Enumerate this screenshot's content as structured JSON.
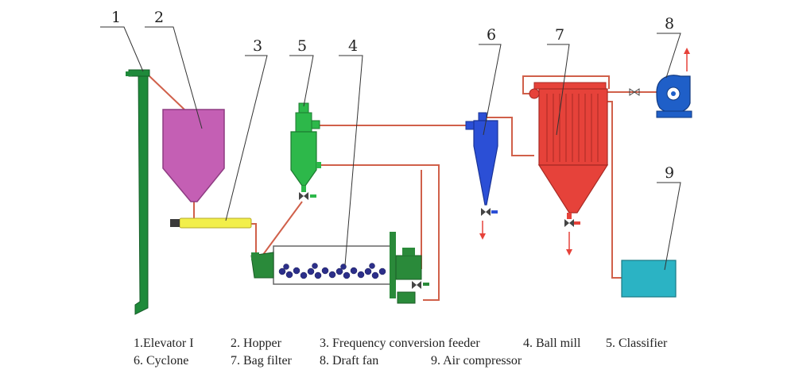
{
  "callouts": [
    "1",
    "2",
    "3",
    "4",
    "5",
    "6",
    "7",
    "8",
    "9"
  ],
  "legend": {
    "row1": [
      "1.Elevator I",
      "2. Hopper",
      "3. Frequency conversion feeder",
      "4. Ball mill",
      "5. Classifier"
    ],
    "row2": [
      "6. Cyclone",
      "7. Bag filter",
      "8. Draft fan",
      "9. Air compressor"
    ]
  },
  "colors": {
    "elevator": "#1e8a3a",
    "hopper": "#c45fb4",
    "feeder": "#f2ef4a",
    "classifier": "#2db84a",
    "ball_mill": "#2a8a3a",
    "cyclone": "#2b4fd6",
    "bag_filter": "#e6423a",
    "draft_fan": "#1f5fc8",
    "compressor": "#2bb3c4",
    "pipe": "#d0604a",
    "valve": "#444444"
  }
}
